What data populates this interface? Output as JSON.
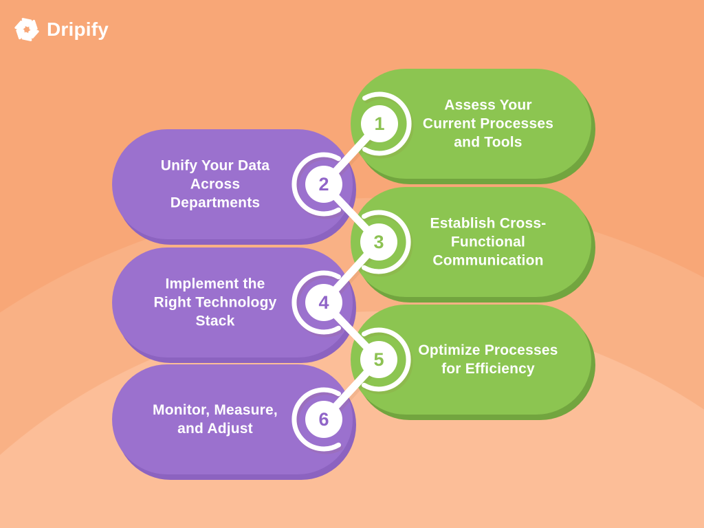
{
  "brand": {
    "name": "Dripify"
  },
  "colors": {
    "background": "#F8A777",
    "background_glow_mid": "#F9B185",
    "background_glow_light": "#FCBE98",
    "pill_green": "#8CC551",
    "pill_green_shadow": "#72A53F",
    "pill_purple": "#9B71CE",
    "pill_purple_shadow": "#8C63C0",
    "connector": "#FFFFFF",
    "number_green": "#8CC152",
    "number_purple": "#9065C8",
    "text": "#FFFFFF"
  },
  "steps": [
    {
      "number": "1",
      "side": "right",
      "color": "green",
      "label": "Assess Your\nCurrent Processes\nand Tools"
    },
    {
      "number": "2",
      "side": "left",
      "color": "purple",
      "label": "Unify Your Data\nAcross\nDepartments"
    },
    {
      "number": "3",
      "side": "right",
      "color": "green",
      "label": "Establish Cross-\nFunctional\nCommunication"
    },
    {
      "number": "4",
      "side": "left",
      "color": "purple",
      "label": "Implement the\nRight Technology\nStack"
    },
    {
      "number": "5",
      "side": "right",
      "color": "green",
      "label": "Optimize Processes\nfor Efficiency"
    },
    {
      "number": "6",
      "side": "left",
      "color": "purple",
      "label": "Monitor, Measure,\nand Adjust"
    }
  ]
}
